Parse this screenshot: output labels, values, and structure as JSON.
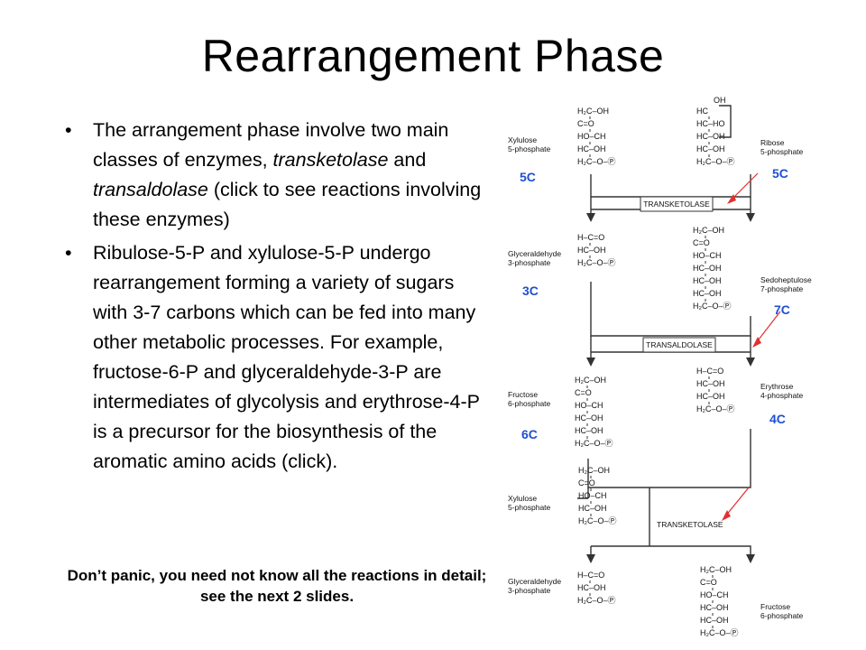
{
  "title": "Rearrangement Phase",
  "bullets": [
    {
      "segments": [
        {
          "text": "The arrangement phase involve two main classes of enzymes, ",
          "style": "normal"
        },
        {
          "text": "transketolase",
          "style": "italic"
        },
        {
          "text": " and ",
          "style": "normal"
        },
        {
          "text": "transaldolase",
          "style": "italic"
        },
        {
          "text": " (click to see reactions involving these enzymes)",
          "style": "normal"
        }
      ]
    },
    {
      "segments": [
        {
          "text": "Ribulose-5-P and xylulose-5-P undergo rearrangement forming a variety of sugars with 3-7 carbons which can be fed into many other metabolic processes.  For example, fructose-6-P and glyceraldehyde-3-P are intermediates of glycolysis and erythrose-4-P is a precursor for the biosynthesis of the aromatic amino acids (click).",
          "style": "normal"
        }
      ]
    }
  ],
  "note": "Don’t panic, you need not know all the reactions in detail; see the next 2 slides.",
  "diagram": {
    "colors": {
      "carbon_count": "#1f4fd1",
      "arrow": "#e03030",
      "line": "#333333"
    },
    "molecule_labels": {
      "xylulose_1": [
        "Xylulose",
        "5-phosphate"
      ],
      "ribose": [
        "Ribose",
        "5-phosphate"
      ],
      "glyceraldehyde_1": [
        "Glyceraldehyde",
        "3-phosphate"
      ],
      "sedoheptulose": [
        "Sedoheptulose",
        "7-phosphate"
      ],
      "fructose_1": [
        "Fructose",
        "6-phosphate"
      ],
      "erythrose": [
        "Erythrose",
        "4-phosphate"
      ],
      "xylulose_2": [
        "Xylulose",
        "5-phosphate"
      ],
      "glyceraldehyde_2": [
        "Glyceraldehyde",
        "3-phosphate"
      ],
      "fructose_2": [
        "Fructose",
        "6-phosphate"
      ]
    },
    "enzymes": {
      "step1": "TRANSKETOLASE",
      "step2": "TRANSALDOLASE",
      "step3": "TRANSKETOLASE"
    },
    "carbon_counts": {
      "xylulose_1": "5C",
      "ribose": "5C",
      "glyceraldehyde_1": "3C",
      "sedoheptulose": "7C",
      "fructose_1": "6C",
      "erythrose": "4C"
    },
    "structures": {
      "xylulose_1": [
        "H₂C–OH",
        "C=O",
        "HO–CH",
        "HC–OH",
        "H₂C–O–Ⓟ"
      ],
      "ribose": [
        "HC",
        "HC–HO",
        "HC–OH",
        "HC–OH",
        "H₂C–O–Ⓟ"
      ],
      "glyceraldehyde_1": [
        "H–C=O",
        "HC–OH",
        "H₂C–O–Ⓟ"
      ],
      "sedoheptulose": [
        "H₂C–OH",
        "C=O",
        "HO–CH",
        "HC–OH",
        "HC–OH",
        "HC–OH",
        "H₂C–O–Ⓟ"
      ],
      "fructose_1": [
        "H₂C–OH",
        "C=O",
        "HO–CH",
        "HC–OH",
        "HC–OH",
        "H₂C–O–Ⓟ"
      ],
      "erythrose": [
        "H–C=O",
        "HC–OH",
        "HC–OH",
        "H₂C–O–Ⓟ"
      ],
      "xylulose_2": [
        "H₂C–OH",
        "C=O",
        "HO–CH",
        "HC–OH",
        "H₂C–O–Ⓟ"
      ],
      "glyceraldehyde_2": [
        "H–C=O",
        "HC–OH",
        "H₂C–O–Ⓟ"
      ],
      "fructose_2": [
        "H₂C–OH",
        "C=O",
        "HO–CH",
        "HC–OH",
        "HC–OH",
        "H₂C–O–Ⓟ"
      ]
    }
  }
}
